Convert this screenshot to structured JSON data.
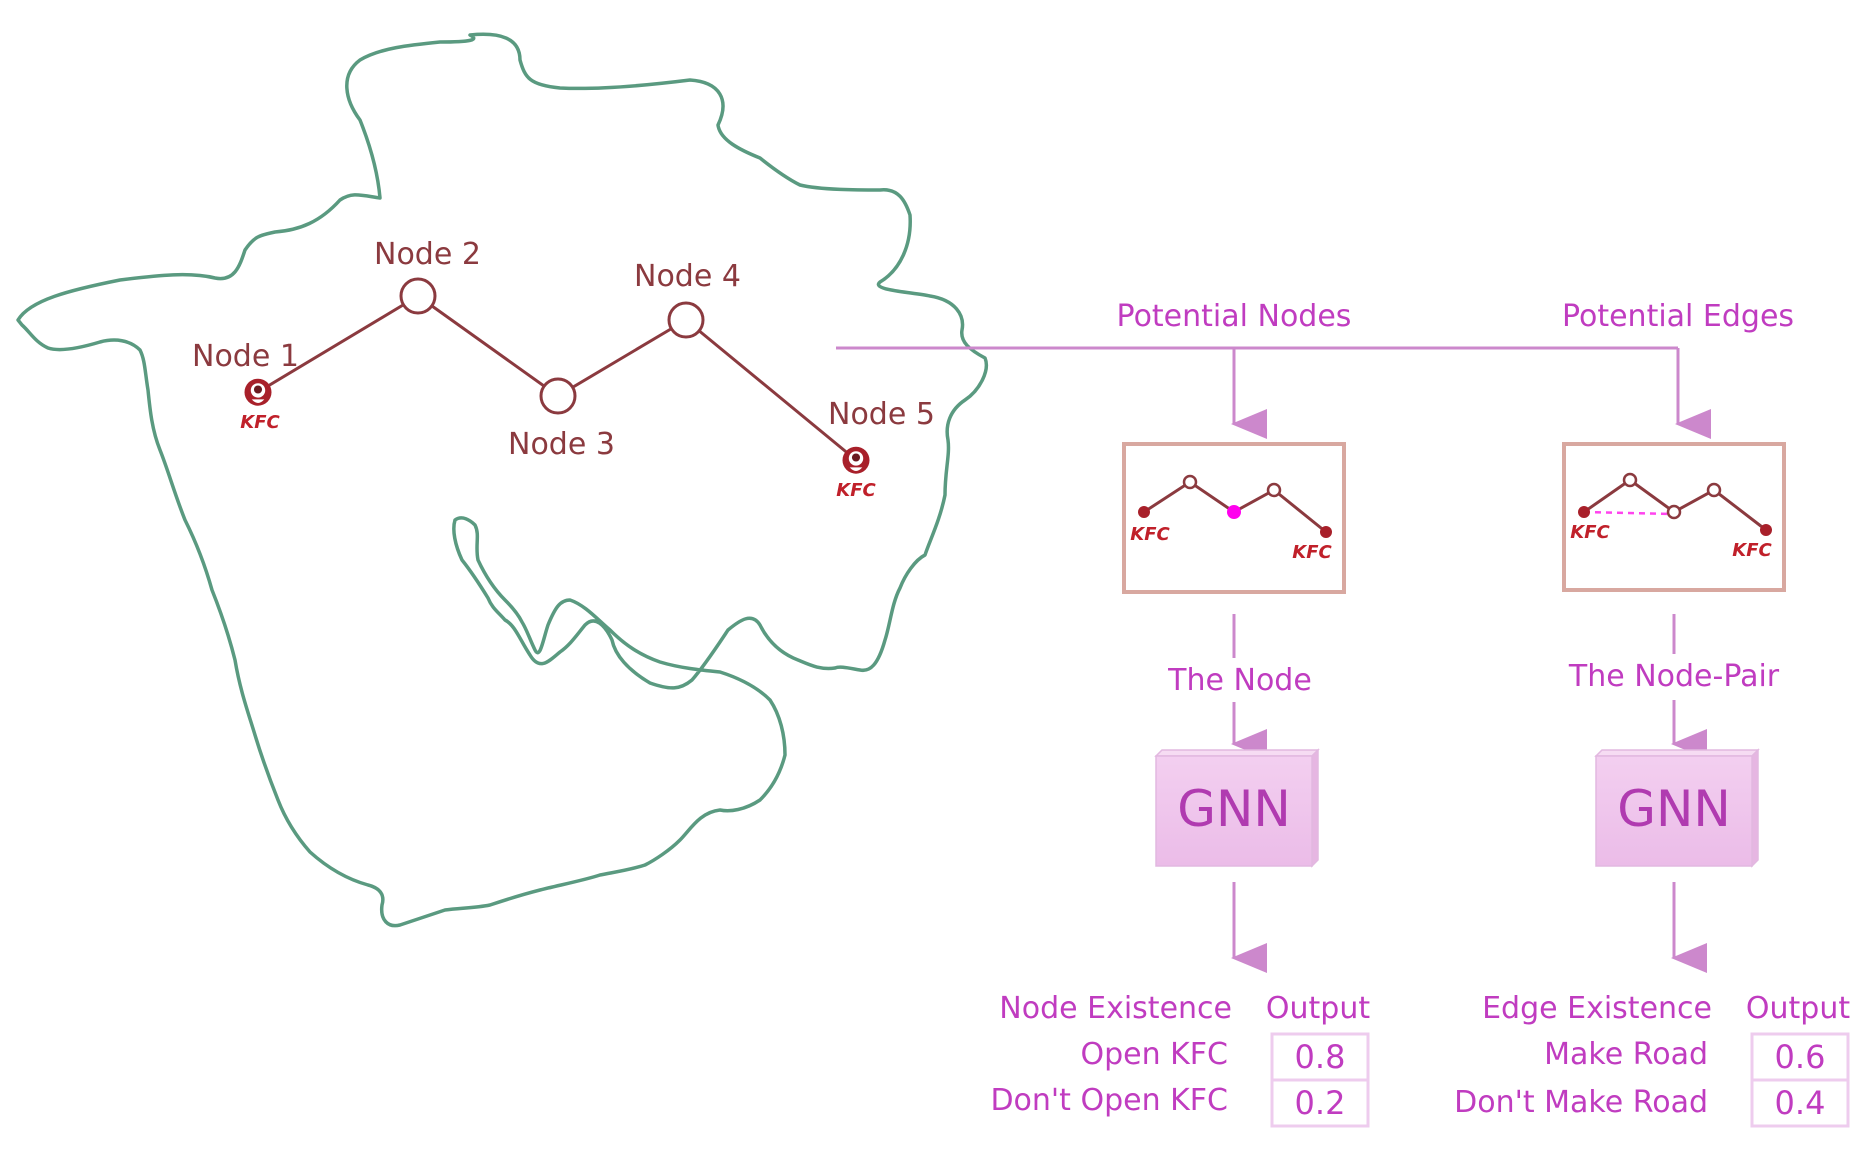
{
  "map": {
    "nodes": [
      {
        "label": "Node 1",
        "icon": "kfc-icon"
      },
      {
        "label": "Node 2",
        "icon": "empty-circle"
      },
      {
        "label": "Node 3",
        "icon": "empty-circle"
      },
      {
        "label": "Node 4",
        "icon": "empty-circle"
      },
      {
        "label": "Node 5",
        "icon": "kfc-icon"
      }
    ],
    "kfc_text": "KFC"
  },
  "branches": {
    "node": {
      "title": "Potential Nodes",
      "input_label": "The Node",
      "model_label": "GNN",
      "output_header_left": "Node Existence",
      "output_header_right": "Output",
      "rows": [
        {
          "label": "Open KFC",
          "value": "0.8"
        },
        {
          "label": "Don't Open KFC",
          "value": "0.2"
        }
      ]
    },
    "edge": {
      "title": "Potential Edges",
      "input_label": "The Node-Pair",
      "model_label": "GNN",
      "output_header_left": "Edge Existence",
      "output_header_right": "Output",
      "rows": [
        {
          "label": "Make Road",
          "value": "0.6"
        },
        {
          "label": "Don't Make Road",
          "value": "0.4"
        }
      ]
    }
  },
  "colors": {
    "map_outline": "#5a9a80",
    "graph": "#8b3a3f",
    "accent": "#c03cc0",
    "arrow": "#cc88cc",
    "highlight": "#ff00ee"
  }
}
